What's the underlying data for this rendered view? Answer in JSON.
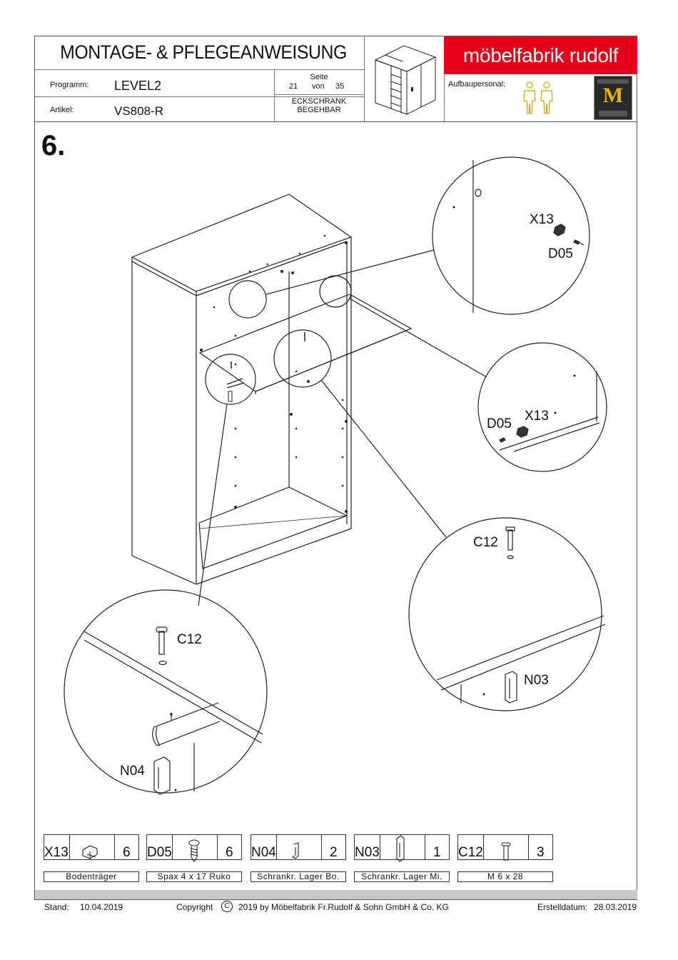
{
  "header": {
    "title": "MONTAGE- & PFLEGEANWEISUNG",
    "programm_label": "Programm:",
    "programm_value": "LEVEL2",
    "artikel_label": "Artikel:",
    "artikel_value": "VS808-R",
    "seite_label": "Seite",
    "seite_current": "21",
    "seite_von": "von",
    "seite_total": "35",
    "product_line1": "ECKSCHRANK",
    "product_line2": "BEGEHBAR",
    "brand": "möbelfabrik rudolf",
    "aufbaupersonal_label": "Aufbaupersonal:",
    "seal_letter": "M"
  },
  "step": "6.",
  "callouts": {
    "c1_a": "X13",
    "c1_b": "D05",
    "c2_a": "D05",
    "c2_b": "X13",
    "c3": "C12",
    "c4_a": "C12",
    "c4_b": "N04",
    "c5": "N03"
  },
  "parts": [
    {
      "code": "X13",
      "qty": "6",
      "name": "Bodenträger"
    },
    {
      "code": "D05",
      "qty": "6",
      "name": "Spax 4 x 17 Ruko"
    },
    {
      "code": "N04",
      "qty": "2",
      "name": "Schrankr. Lager Bo."
    },
    {
      "code": "N03",
      "qty": "1",
      "name": "Schrankr. Lager Mi."
    },
    {
      "code": "C12",
      "qty": "3",
      "name": "M 6 x 28"
    }
  ],
  "footer": {
    "stand_label": "Stand:",
    "stand_date": "10.04.2019",
    "copyright_label": "Copyright",
    "copyright_symbol": "C",
    "copyright_text": "2019  by Möbelfabrik Fr.Rudolf & Sohn GmbH & Co. KG",
    "erstell_label": "Erstelldatum:",
    "erstell_date": "28.03.2019"
  },
  "colors": {
    "brand": "#e2001a",
    "seal_bg": "#2a2a2a",
    "seal_letter": "#f2b200",
    "figure": "#c8a800"
  }
}
